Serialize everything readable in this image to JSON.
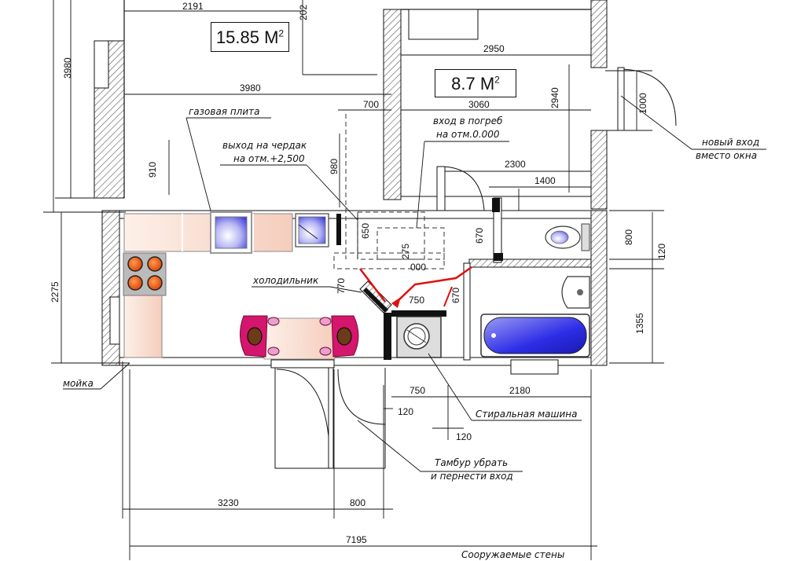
{
  "areas": {
    "living": "15.85 М",
    "bedroom": "8.7  М",
    "sup": "2"
  },
  "dimensions": {
    "d2191": "2191",
    "d202": "202",
    "d3980_left": "3980",
    "d3980_h": "3980",
    "d2950": "2950",
    "d3060": "3060",
    "d2940": "2940",
    "d1000": "1000",
    "d700": "700",
    "d910": "910",
    "d980": "980",
    "d2300": "2300",
    "d1400": "1400",
    "d650": "650",
    "d670": "670",
    "d275": "275",
    "d000": "000",
    "d800_r": "800",
    "d120_r": "120",
    "d2275": "2275",
    "d770": "770",
    "d750_in": "750",
    "d670_in": "670",
    "d1355": "1355",
    "d750": "750",
    "d2180": "2180",
    "d120_a": "120",
    "d120_b": "120",
    "d3230": "3230",
    "d800_b": "800",
    "d7195": "7195"
  },
  "labels": {
    "gas_stove": "газовая плита",
    "attic_exit_1": "выход на чердак",
    "attic_exit_2": "на отм.+2,500",
    "cellar_1": "вход в погреб",
    "cellar_2": "на отм.0.000",
    "new_entry_1": "новый вход",
    "new_entry_2": "вместо окна",
    "fridge": "холодильник",
    "sink": "мойка",
    "washer": "Стиральная машина",
    "vestibule_1": "Тамбур убрать",
    "vestibule_2": "и пернести вход",
    "walls_bottom": "Сооружаемые стены"
  },
  "colors": {
    "counter": "#fbe7dd",
    "burner": "#e8460f",
    "chair": "#d4166d",
    "bath": "#3535e8",
    "marker": "#e01010"
  }
}
